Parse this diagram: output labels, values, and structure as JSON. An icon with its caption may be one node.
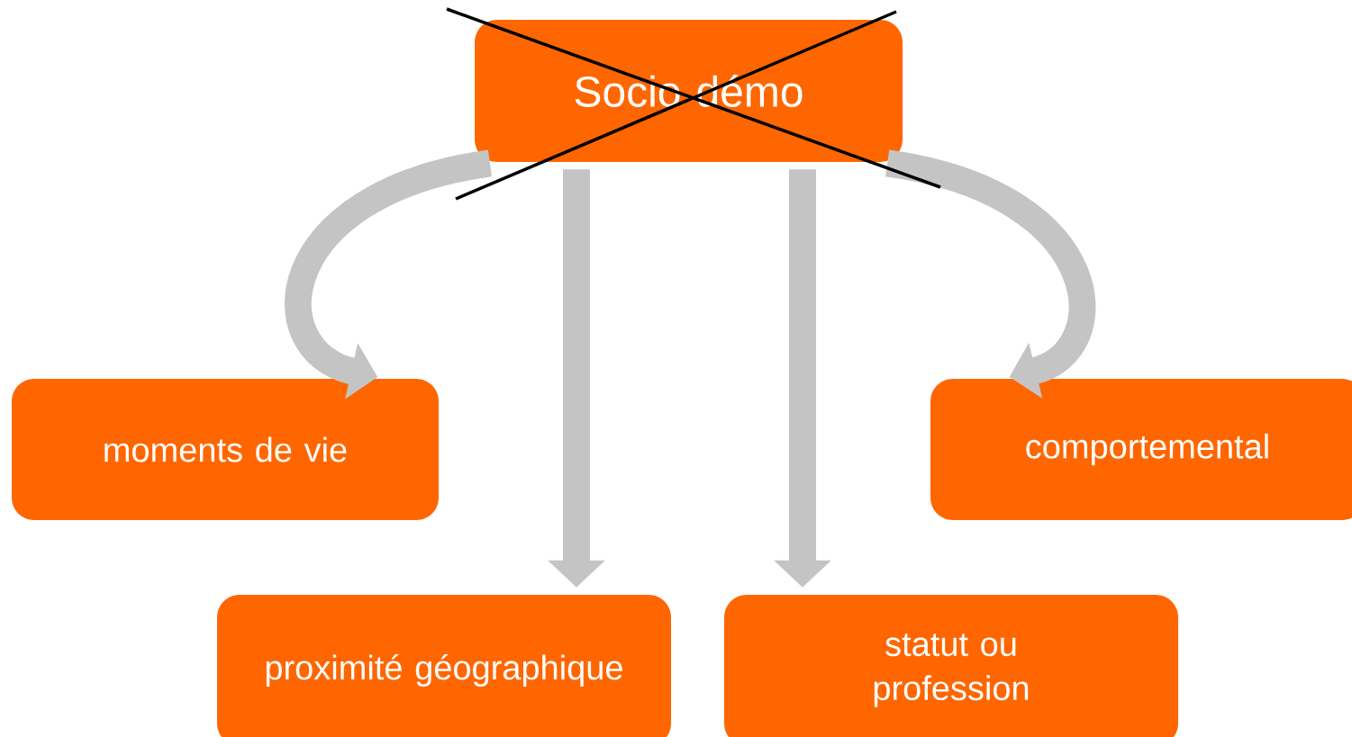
{
  "diagram": {
    "nodes": [
      {
        "text": [
          "Socio démo"
        ]
      },
      {
        "text": [
          "moments de vie"
        ]
      },
      {
        "text": [
          "comportemental"
        ]
      },
      {
        "text": [
          "proximité géographique"
        ]
      },
      {
        "text": [
          "statut ou profession"
        ]
      }
    ],
    "edges": [
      {
        "from": 0,
        "to": 1,
        "arrow": "to"
      },
      {
        "from": 0,
        "to": 3,
        "arrow": "to"
      },
      {
        "from": 0,
        "to": 4,
        "arrow": "to"
      },
      {
        "from": 0,
        "to": 2,
        "arrow": "to"
      }
    ]
  }
}
